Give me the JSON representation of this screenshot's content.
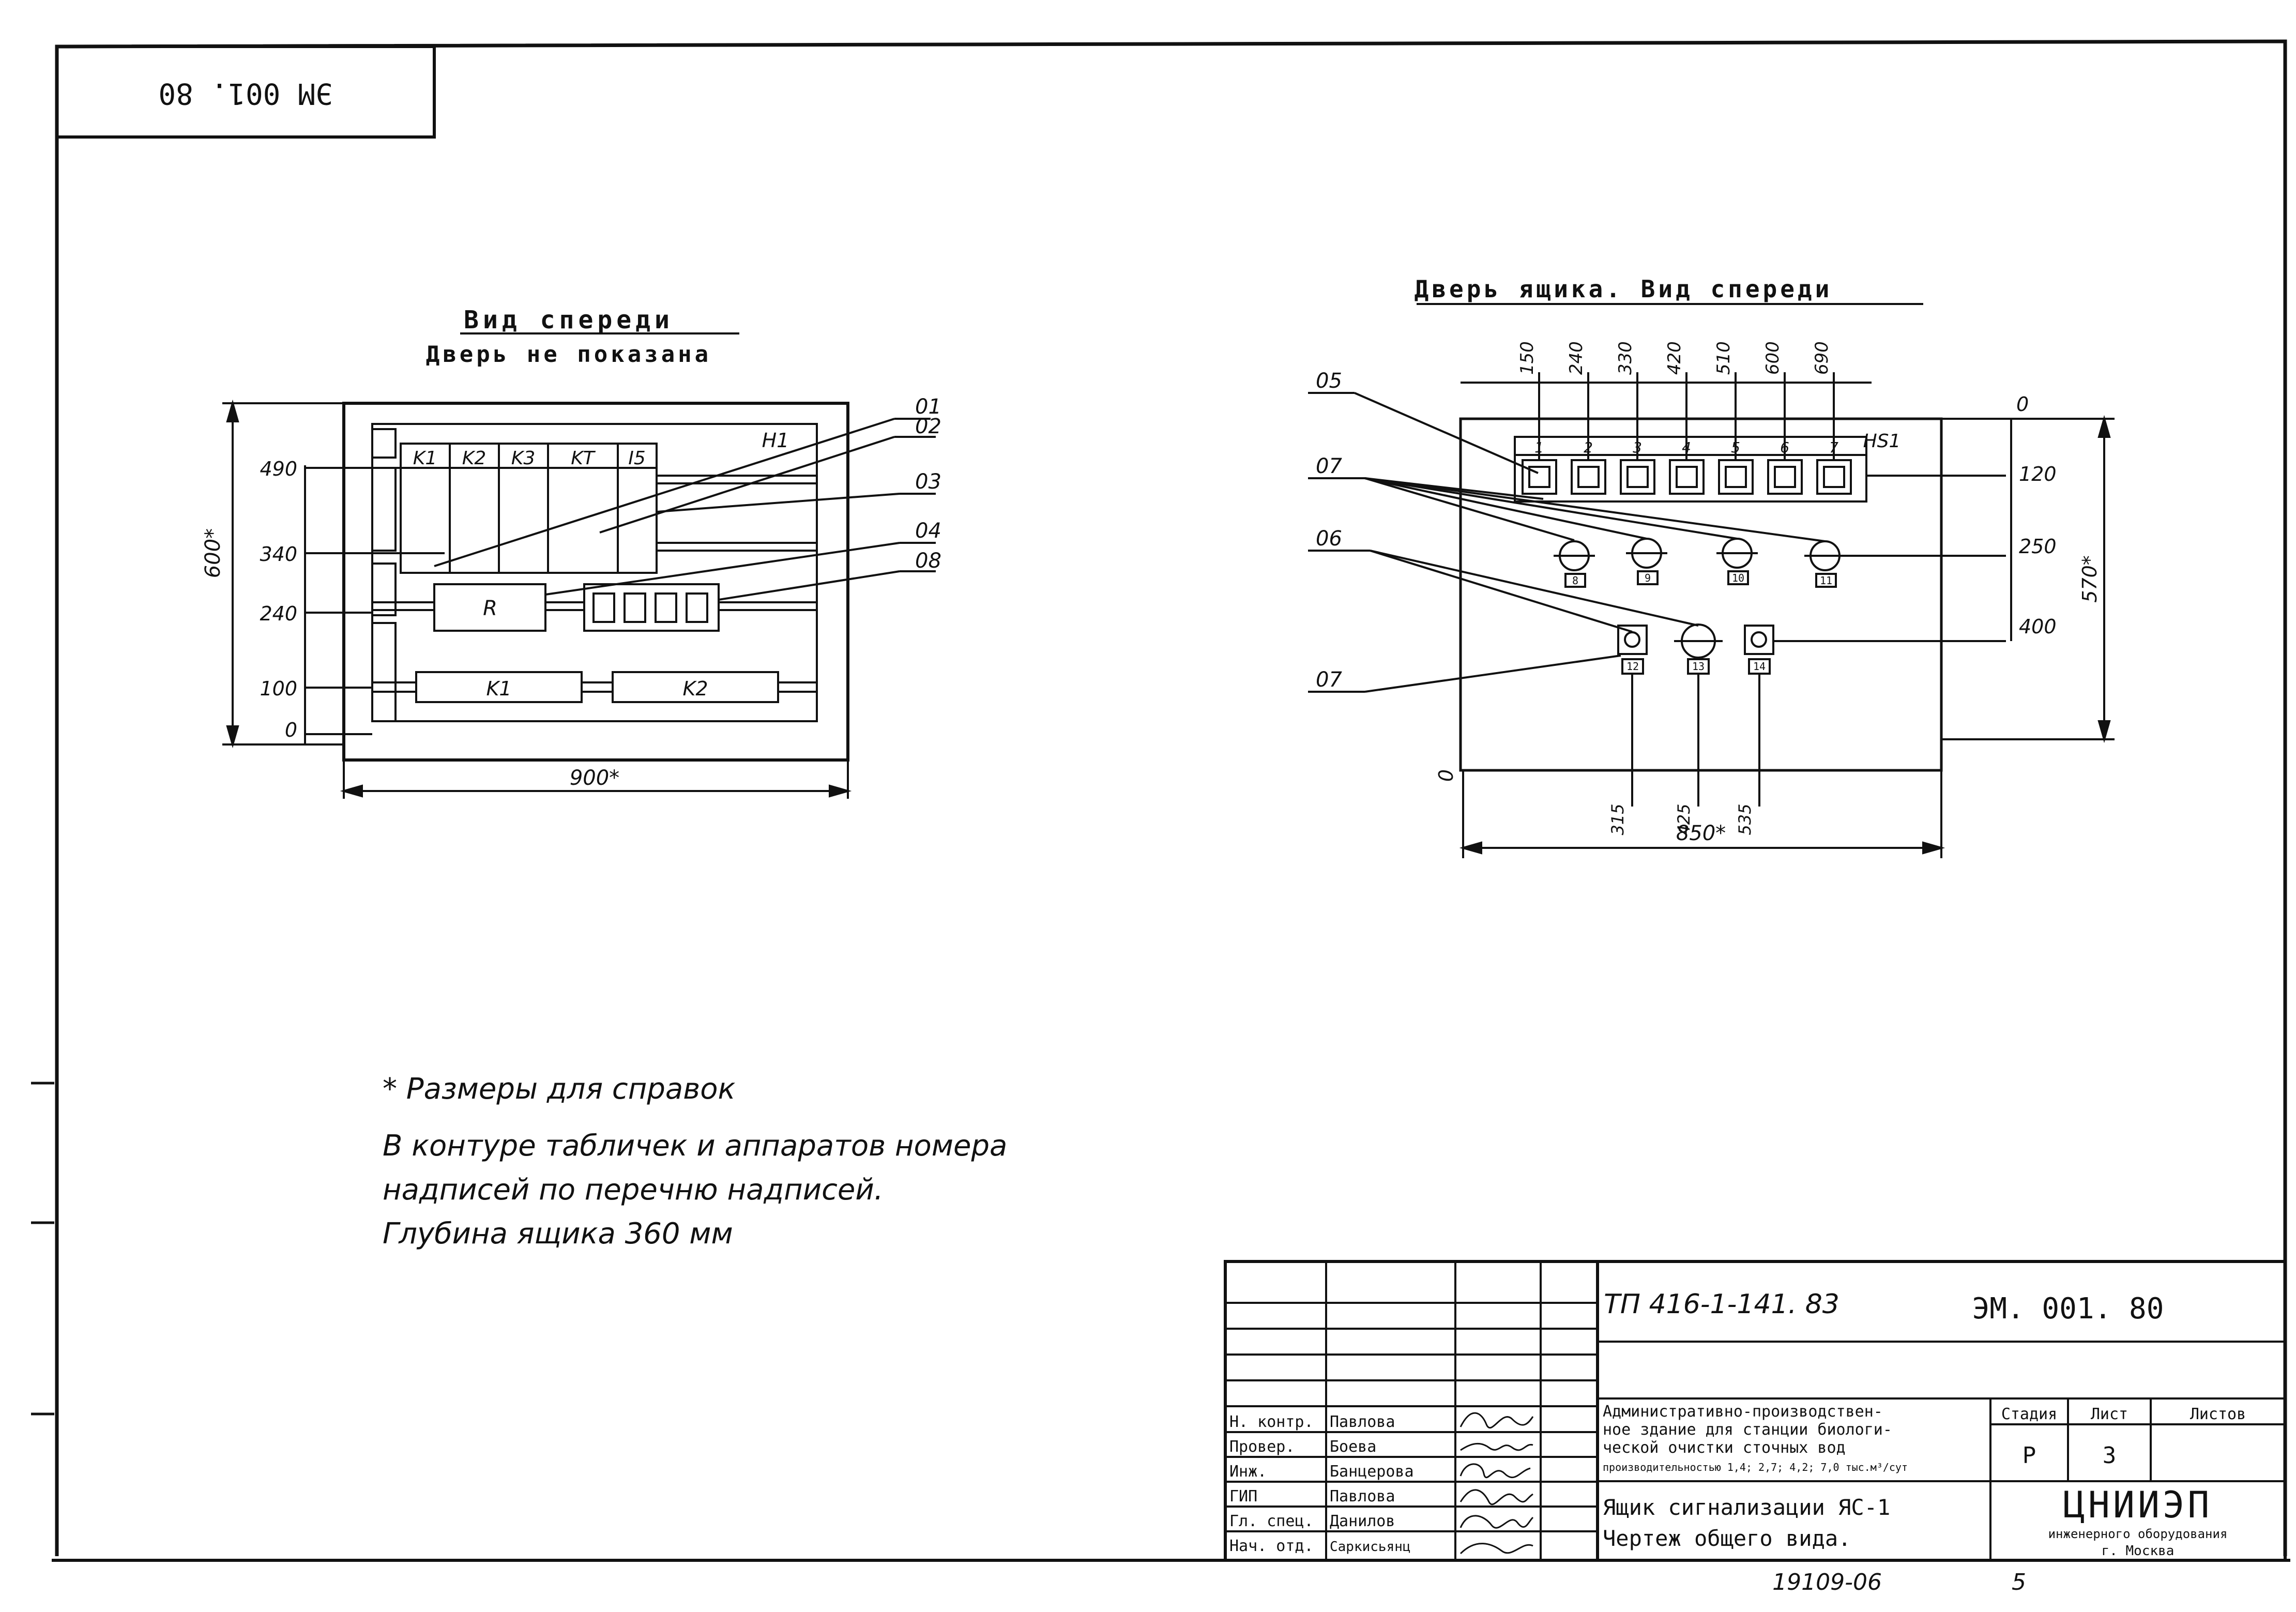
{
  "stamp_corner": "ЭМ 001. 80",
  "front_view": {
    "title": "Вид спереди",
    "subtitle": "Дверь не показана",
    "width_label": "900*",
    "height_label": "600*",
    "levels": [
      "490",
      "340",
      "240",
      "100",
      "0"
    ],
    "relays_top": [
      "K1",
      "K2",
      "K3",
      "KT",
      "I5"
    ],
    "r_label": "R",
    "h_label": "H1",
    "relays_bottom": [
      "K1",
      "K2"
    ],
    "callouts": [
      "01",
      "02",
      "03",
      "04",
      "08"
    ]
  },
  "door_view": {
    "title": "Дверь ящика. Вид спереди",
    "top_dims": [
      "150",
      "240",
      "330",
      "420",
      "510",
      "600",
      "690"
    ],
    "lamp_numbers": [
      "1",
      "2",
      "3",
      "4",
      "5",
      "6",
      "7"
    ],
    "hs_label": "HS1",
    "right_dims": [
      "0",
      "120",
      "250",
      "400"
    ],
    "height_label": "570*",
    "bottom_dims": [
      "315",
      "425",
      "535"
    ],
    "left_zero": "0",
    "width_label": "850*",
    "callouts": [
      "05",
      "07",
      "06",
      "07"
    ],
    "switch_tags": [
      "8",
      "9",
      "10",
      "11"
    ],
    "lower_tags": [
      "12",
      "13",
      "14"
    ]
  },
  "notes": [
    "* Размеры для справок",
    "В контуре табличек и аппаратов номера",
    "надписей по перечню надписей.",
    "Глубина ящика 360 мм"
  ],
  "title_block": {
    "project": "ТП 416-1-141. 83",
    "doc_number": "ЭМ. 001. 80",
    "description": [
      "Административно-производствен-",
      "ное здание для станции биологи-",
      "ческой очистки сточных вод",
      "производительностью 1,4; 2,7; 4,2; 7,0 тыс.м³/сут"
    ],
    "stage_header": "Стадия",
    "sheet_header": "Лист",
    "sheets_header": "Листов",
    "stage": "Р",
    "sheet": "3",
    "item_title": [
      "Ящик сигнализации ЯС-1",
      "Чертеж общего вида."
    ],
    "org_name": "ЦНИИЭП",
    "org_sub": "инженерного оборудования",
    "org_city": "г. Москва",
    "roles": [
      "Н. контр.",
      "Провер.",
      "Инж.",
      "ГИП",
      "Гл. спец.",
      "Нач. отд."
    ],
    "names": [
      "Павлова",
      "Боева",
      "Банцерова",
      "Павлова",
      "Данилов",
      "Саркисьянц"
    ]
  },
  "footer_number": "19109-06",
  "footer_page": "5"
}
